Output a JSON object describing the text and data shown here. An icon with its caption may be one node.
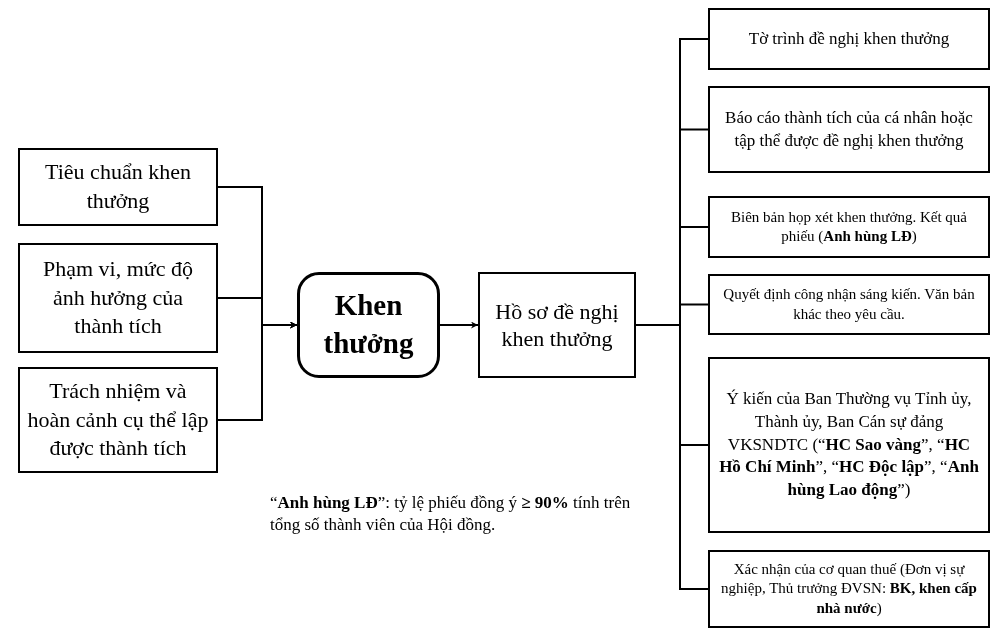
{
  "diagram": {
    "nodes": [
      {
        "text": [
          "Tiêu chuẩn khen thưởng"
        ]
      },
      {
        "text": [
          "Phạm vi, mức độ ảnh hưởng của thành tích"
        ]
      },
      {
        "text": [
          "Trách nhiệm và hoàn cảnh cụ thể lập được thành tích"
        ]
      },
      {
        "text": [
          "Khen thưởng"
        ]
      },
      {
        "text": [
          "Hồ sơ đề nghị khen thưởng"
        ]
      },
      {
        "text": [
          "Tờ trình đề nghị khen thưởng"
        ]
      },
      {
        "text": [
          "Báo cáo thành tích của cá nhân hoặc tập thể được đề nghị khen thưởng"
        ]
      },
      {
        "text": [
          "Biên bản họp xét khen thưởng. Kết quả phiếu (**Anh hùng LĐ**)"
        ]
      },
      {
        "text": [
          "Quyết định công nhận sáng kiến. Văn bản khác theo yêu cầu."
        ]
      },
      {
        "text": [
          "Ý kiến của Ban Thường vụ Tỉnh ủy, Thành ủy, Ban Cán sự đảng VKSNDTC (“**HC Sao vàng**”, “**HC Hồ Chí Minh**”, “**HC Độc lập**”, “**Anh hùng Lao động**”)"
        ]
      },
      {
        "text": [
          "Xác nhận của cơ quan thuế (Đơn vị sự nghiệp, Thủ trưởng ĐVSN: **BK, khen cấp nhà nước**)"
        ]
      }
    ],
    "edges": [
      {
        "from": 0,
        "to": 3,
        "arrow": "to"
      },
      {
        "from": 1,
        "to": 3,
        "arrow": "to"
      },
      {
        "from": 2,
        "to": 3,
        "arrow": "to"
      },
      {
        "from": 3,
        "to": 4,
        "arrow": "to"
      },
      {
        "from": 4,
        "to": 5,
        "arrow": "none"
      },
      {
        "from": 4,
        "to": 6,
        "arrow": "none"
      },
      {
        "from": 4,
        "to": 7,
        "arrow": "none"
      },
      {
        "from": 4,
        "to": 8,
        "arrow": "none"
      },
      {
        "from": 4,
        "to": 9,
        "arrow": "none"
      },
      {
        "from": 4,
        "to": 10,
        "arrow": "none"
      }
    ],
    "labels": [
      "“**Anh hùng LĐ**”: tỷ lệ phiếu đồng ý **≥ 90%** tính trên tổng số thành viên của Hội đồng."
    ]
  }
}
